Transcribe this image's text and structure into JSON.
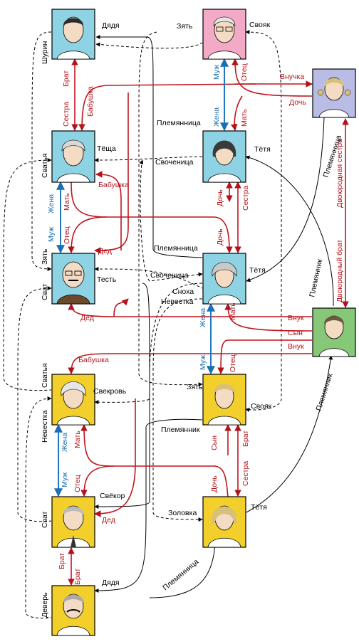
{
  "colors": {
    "in_law_line": "#000000",
    "blood_line": "#c0141c",
    "spouse_line": "#1f78c1",
    "portrait_blue": "#8ed3e3",
    "portrait_pink": "#f2aac6",
    "portrait_lilac": "#b9bde6",
    "portrait_green": "#86c878",
    "portrait_yellow": "#f2cf2a"
  },
  "people": {
    "uncle": "man with short dark hair",
    "top_man": "man with glasses",
    "granddaughter": "girl with pigtails",
    "grandma1": "elderly woman",
    "woman2": "woman with bob haircut",
    "grandpa1": "bald man with glasses and moustache",
    "mother": "woman with short wavy hair",
    "son": "boy",
    "grandma2": "elderly woman with curly hair",
    "father": "young man",
    "grandpa2": "man with tie",
    "aunt2": "woman with medium hair",
    "uncle2": "man with moustache"
  },
  "labels": {
    "dyadya1": "Дядя",
    "zyat1": "Зять",
    "svoyak1": "Свояк",
    "shurin": "Шурин",
    "brat1": "Брат",
    "babushka1": "Бабушка",
    "sestra1": "Сестра",
    "muzh1": "Муж",
    "otets1": "Отец",
    "vnuchka": "Внучка",
    "zhena1": "Жена",
    "mat1": "Мать",
    "doch1": "Дочь",
    "plemyannitsa1": "Племянница",
    "plemyannitsa_r": "Племянница",
    "tyoshcha": "Тёща",
    "svatya1": "Сватья",
    "svoyachenitsa1": "Своченица",
    "tyotya1": "Тётя",
    "dvoyurodnaya_sestra": "Двоюродная сестра",
    "babushka2": "Бабушка",
    "zhena2": "Жена",
    "mat2": "Мать",
    "doch2": "Дочь",
    "sestra2": "Сестра",
    "muzh2": "Муж",
    "otets2": "Отец",
    "plemyannitsa2": "Племянница",
    "ded1": "Дед",
    "zyat2": "Зять",
    "svoyachenitsa2": "Своченица",
    "test": "Тесть",
    "tyotya2": "Тётя",
    "plemyannik_r": "Племянник",
    "dvoyurodny_brat": "Двоюродный брат",
    "snokha": "Сноха",
    "svat1": "Сват",
    "nevestka1": "Невестка",
    "ded2": "Дед",
    "zhena3": "Жена",
    "mat3": "Мать",
    "vnuk1": "Внук",
    "syn1": "Сын",
    "vnuk2": "Внук",
    "babushka3": "Бабушка",
    "svatya2": "Сватья",
    "muzh3": "Муж",
    "otets3": "Отец",
    "plemyannik_r2": "Племянник",
    "svekrov": "Свекровь",
    "zyat3": "Зять",
    "svoyak2": "Свояк",
    "nevestka2": "Невестка",
    "plemyannik1": "Племянник",
    "zhena4": "Жена",
    "mat4": "Мать",
    "syn2": "Сын",
    "brat2": "Брат",
    "muzh4": "Муж",
    "otets4": "Отец",
    "doch3": "Дочь",
    "sestra3": "Сестра",
    "svyokor": "Свёкор",
    "svat2": "Сват",
    "ded3": "Дед",
    "zolovka": "Золовка",
    "tyotya3": "Тётя",
    "brat3": "Брат",
    "brat4": "Брат",
    "dever": "Деверь",
    "dyadya2": "Дядя",
    "plemyannitsa3": "Племянница"
  }
}
